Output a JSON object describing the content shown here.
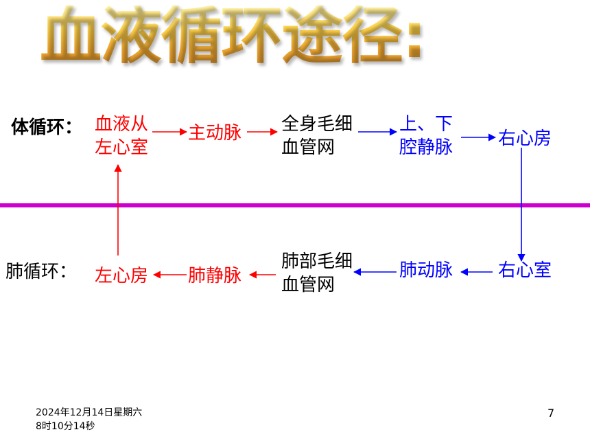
{
  "slide": {
    "title": "血液循环途径:",
    "systemic": {
      "label": "体循环：",
      "start_line1": "血液从",
      "start_line2": "左心室",
      "aorta": "主动脉",
      "capillary_line1": "全身毛细",
      "capillary_line2": "血管网",
      "vena_line1": "上、下",
      "vena_line2": "腔静脉",
      "right_atrium": "右心房"
    },
    "pulmonary": {
      "label": "肺循环：",
      "left_atrium": "左心房",
      "pulmonary_vein": "肺静脉",
      "capillary_line1": "肺部毛细",
      "capillary_line2": "血管网",
      "pulmonary_artery": "肺动脉",
      "right_ventricle": "右心室"
    },
    "footer": {
      "date": "2024年12月14日星期六",
      "time": "8时10分14秒",
      "page": "7"
    },
    "colors": {
      "oxygenated": "#ff0000",
      "deoxygenated": "#0000ff",
      "neutral": "#000000",
      "divider": "#cc00cc"
    }
  }
}
